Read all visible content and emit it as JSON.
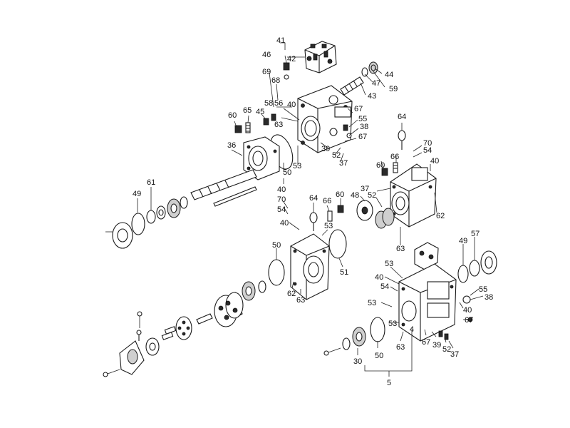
{
  "labels": [
    {
      "t": "41"
    },
    {
      "t": "46"
    },
    {
      "t": "42"
    },
    {
      "t": "44"
    },
    {
      "t": "47"
    },
    {
      "t": "59"
    },
    {
      "t": "43"
    },
    {
      "t": "69"
    },
    {
      "t": "68"
    },
    {
      "t": "58"
    },
    {
      "t": "56"
    },
    {
      "t": "40"
    },
    {
      "t": "45"
    },
    {
      "t": "63"
    },
    {
      "t": "60"
    },
    {
      "t": "65"
    },
    {
      "t": "67"
    },
    {
      "t": "55"
    },
    {
      "t": "38"
    },
    {
      "t": "67"
    },
    {
      "t": "36"
    },
    {
      "t": "39"
    },
    {
      "t": "52"
    },
    {
      "t": "37"
    },
    {
      "t": "53"
    },
    {
      "t": "50"
    },
    {
      "t": "40"
    },
    {
      "t": "64"
    },
    {
      "t": "70"
    },
    {
      "t": "54"
    },
    {
      "t": "66"
    },
    {
      "t": "40"
    },
    {
      "t": "60"
    },
    {
      "t": "37"
    },
    {
      "t": "52"
    },
    {
      "t": "62"
    },
    {
      "t": "48"
    },
    {
      "t": "63"
    },
    {
      "t": "49"
    },
    {
      "t": "61"
    },
    {
      "t": "70"
    },
    {
      "t": "54"
    },
    {
      "t": "64"
    },
    {
      "t": "66"
    },
    {
      "t": "60"
    },
    {
      "t": "40"
    },
    {
      "t": "53"
    },
    {
      "t": "50"
    },
    {
      "t": "51"
    },
    {
      "t": "62"
    },
    {
      "t": "63"
    },
    {
      "t": "49"
    },
    {
      "t": "57"
    },
    {
      "t": "53"
    },
    {
      "t": "40"
    },
    {
      "t": "54"
    },
    {
      "t": "53"
    },
    {
      "t": "55"
    },
    {
      "t": "38"
    },
    {
      "t": "40"
    },
    {
      "t": "67"
    },
    {
      "t": "53"
    },
    {
      "t": "4"
    },
    {
      "t": "63"
    },
    {
      "t": "67"
    },
    {
      "t": "39"
    },
    {
      "t": "52"
    },
    {
      "t": "37"
    },
    {
      "t": "30"
    },
    {
      "t": "50"
    },
    {
      "t": "5"
    }
  ]
}
